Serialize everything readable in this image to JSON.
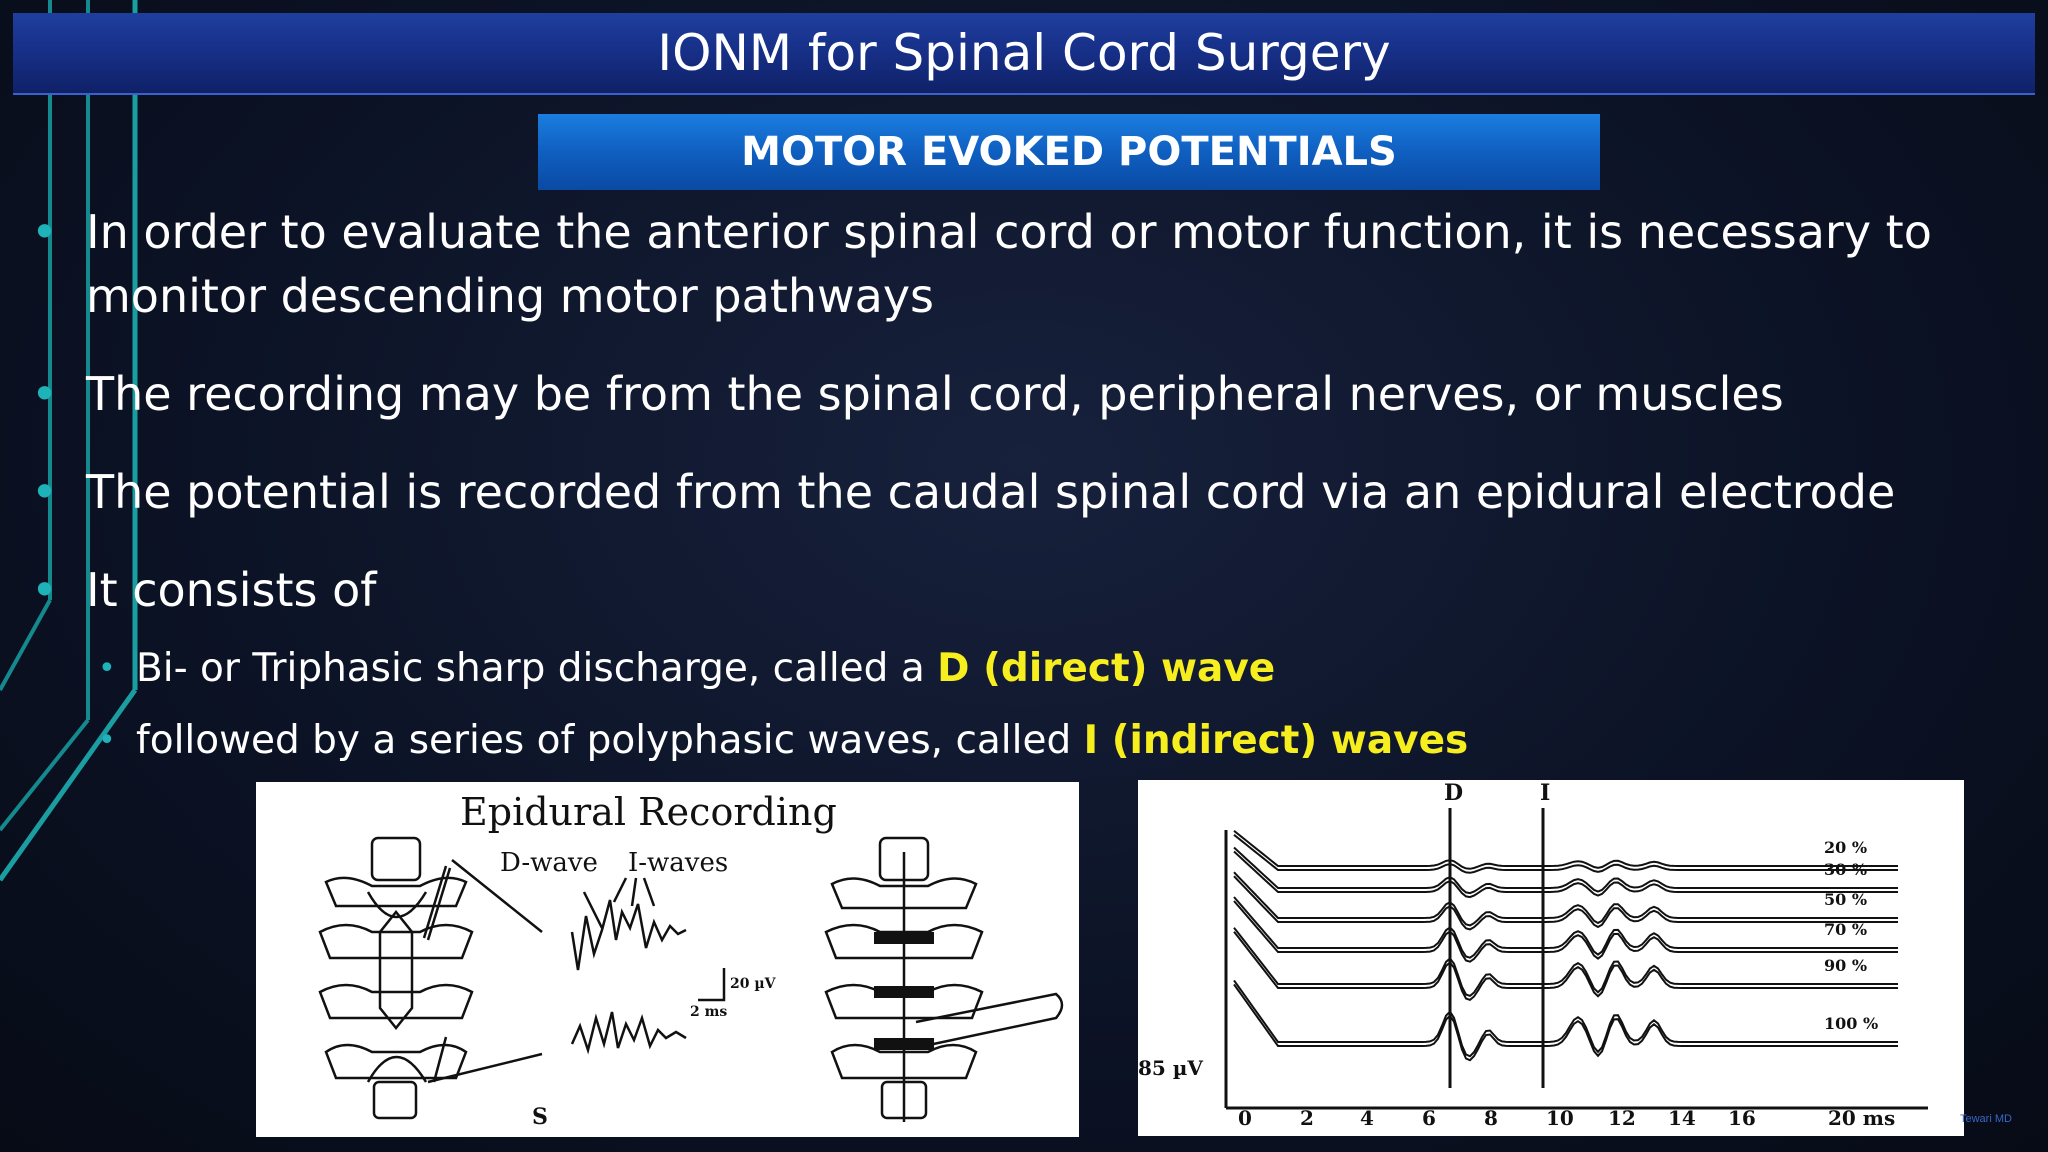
{
  "slide": {
    "title": "IONM for Spinal Cord Surgery",
    "subtitle": "MOTOR EVOKED POTENTIALS",
    "bullets": [
      "In order to evaluate the anterior spinal cord or motor function, it is necessary to monitor descending motor pathways",
      "The recording may be from the spinal cord, peripheral nerves, or muscles",
      "The potential is recorded from the caudal spinal cord via an epidural electrode",
      "It consists of"
    ],
    "subbullets": [
      {
        "text": "Bi- or Triphasic sharp discharge, called a ",
        "highlight": "D (direct) wave"
      },
      {
        "text": "followed by a series of polyphasic waves, called ",
        "highlight": "I (indirect) waves"
      }
    ],
    "credit": "Tewari MD",
    "colors": {
      "title_bar": "#1a3590",
      "subtitle_bar": "#1266c8",
      "bullet": "#1db3b8",
      "highlight": "#f6ee1e"
    }
  },
  "figure_left": {
    "title": "Epidural Recording",
    "label_d": "D-wave",
    "label_i": "I-waves",
    "scale_v": "20 µV",
    "scale_t": "2 ms",
    "label_s": "S"
  },
  "figure_right": {
    "label_d": "D",
    "label_i": "I",
    "amplitude": "85 µV",
    "x_ticks": [
      "0",
      "2",
      "4",
      "6",
      "8",
      "10",
      "12",
      "14",
      "16",
      "20 ms"
    ],
    "traces": [
      "20 %",
      "30 %",
      "50 %",
      "70 %",
      "90 %",
      "100 %"
    ]
  }
}
